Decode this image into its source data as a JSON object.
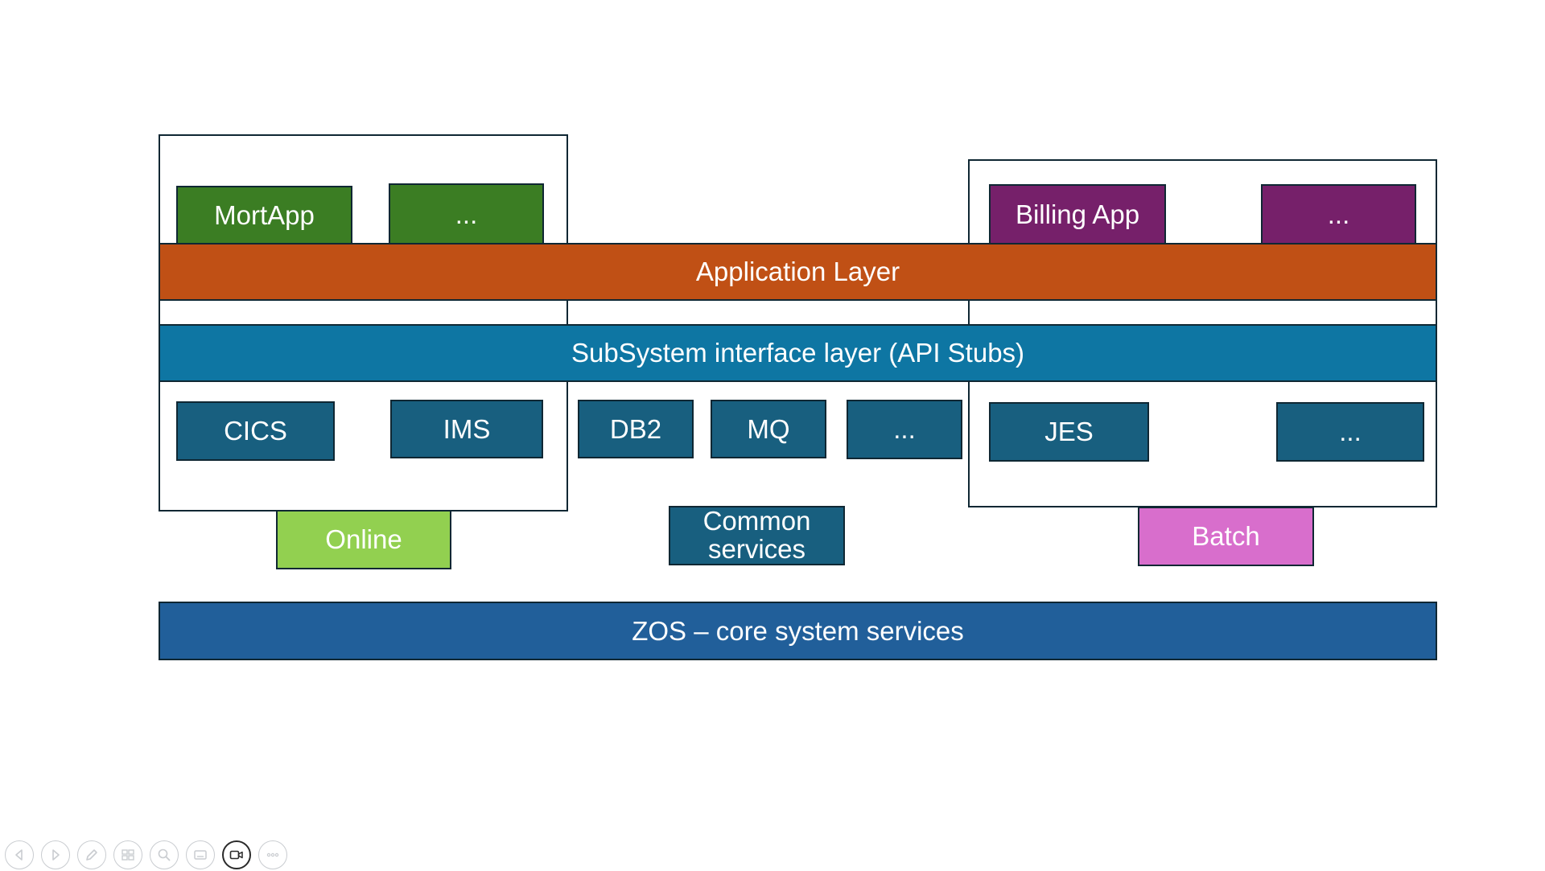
{
  "diagram": {
    "application_layer": "Application Layer",
    "subsystem_layer": "SubSystem interface layer (API Stubs)",
    "zos_layer": "ZOS – core system services",
    "online_group": {
      "label": "Online",
      "apps": [
        "MortApp",
        "..."
      ],
      "subsystems": [
        "CICS",
        "IMS"
      ]
    },
    "common_group": {
      "label": "Common\nservices",
      "subsystems": [
        "DB2",
        "MQ",
        "..."
      ]
    },
    "batch_group": {
      "label": "Batch",
      "apps": [
        "Billing App",
        "..."
      ],
      "subsystems": [
        "JES",
        "..."
      ]
    }
  },
  "colors": {
    "online_app": "#3b7d23",
    "batch_app": "#76206a",
    "application_layer": "#c05015",
    "subsystem_layer": "#0e76a3",
    "subsystem_box": "#185f7f",
    "zos_layer": "#215f9a",
    "online_label": "#92d050",
    "batch_label": "#d86ecc"
  },
  "toolbar": {
    "icons": [
      "previous-slide-icon",
      "next-slide-icon",
      "pen-icon",
      "all-slides-icon",
      "zoom-icon",
      "subtitles-icon",
      "camera-icon",
      "more-options-icon"
    ]
  }
}
